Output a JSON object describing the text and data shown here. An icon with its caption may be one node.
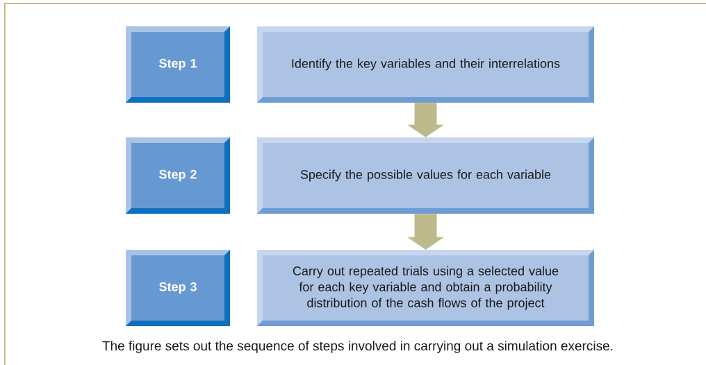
{
  "diagram": {
    "caption": "The figure sets out the sequence of steps involved in carrying out a simulation exercise.",
    "nodes": [
      {
        "text": [
          "Step 1"
        ]
      },
      {
        "text": [
          "Identify the key variables and their interrelations"
        ]
      },
      {
        "text": [
          "Step 2"
        ]
      },
      {
        "text": [
          "Specify the possible values for each variable"
        ]
      },
      {
        "text": [
          "Step 3"
        ]
      },
      {
        "text": [
          "Carry out repeated trials using a selected value for each key variable and obtain a probability distribution of the cash flows of the project"
        ]
      }
    ],
    "edges": [
      {
        "from": 1,
        "to": 3,
        "arrow": "to"
      },
      {
        "from": 3,
        "to": 5,
        "arrow": "to"
      }
    ]
  }
}
